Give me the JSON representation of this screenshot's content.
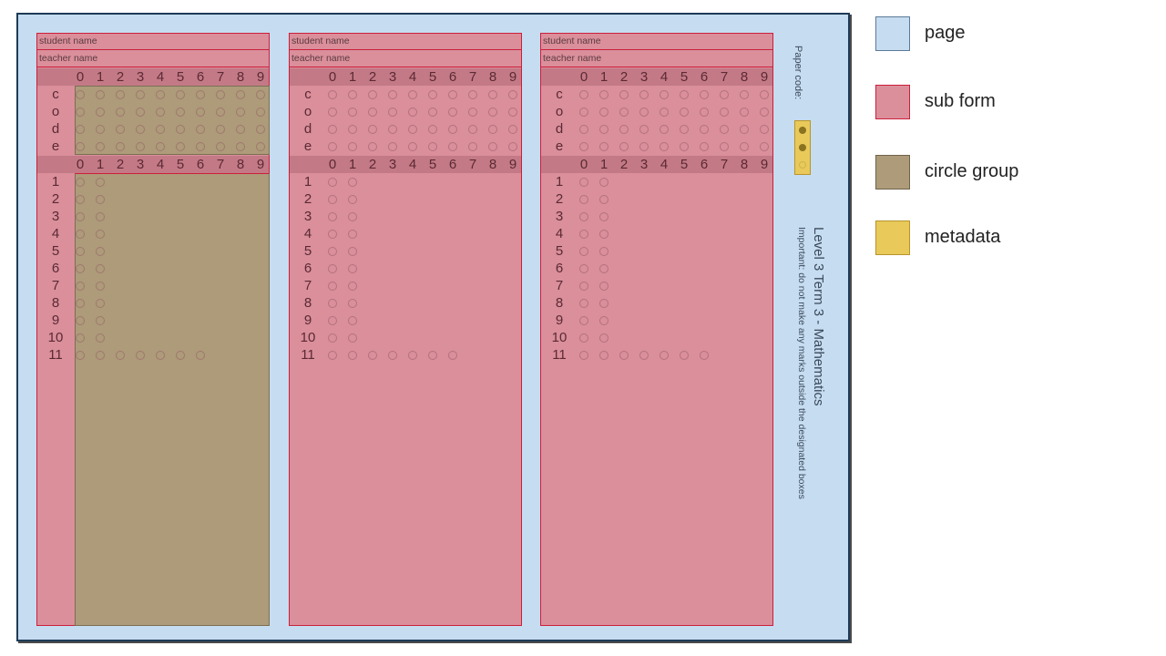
{
  "form_labels": {
    "student_name": "student name",
    "teacher_name": "teacher name",
    "code_letters": [
      "c",
      "o",
      "d",
      "e"
    ],
    "digits": [
      "0",
      "1",
      "2",
      "3",
      "4",
      "5",
      "6",
      "7",
      "8",
      "9"
    ],
    "question_numbers": [
      "1",
      "2",
      "3",
      "4",
      "5",
      "6",
      "7",
      "8",
      "9",
      "10",
      "11"
    ]
  },
  "paper_code_label": "Paper code:",
  "paper_code_marks": [
    true,
    true,
    false
  ],
  "title": "Level 3 Term 3 - Mathematics",
  "instruction": "Important: do not make any marks outside the designated boxes",
  "legend": [
    {
      "label": "page",
      "color": "#c6dcf0",
      "border": "#5b7a99"
    },
    {
      "label": "sub form",
      "color": "#da8f9b",
      "border": "#cc1f3a"
    },
    {
      "label": "circle group",
      "color": "#ad9b7a",
      "border": "#6e6349"
    },
    {
      "label": "metadata",
      "color": "#e8c95a",
      "border": "#b8952c"
    }
  ],
  "colors": {
    "page": "#c6dcf0",
    "sub_form": "#da8f9b",
    "circle_group": "#ad9b7a",
    "metadata": "#e8c95a"
  }
}
